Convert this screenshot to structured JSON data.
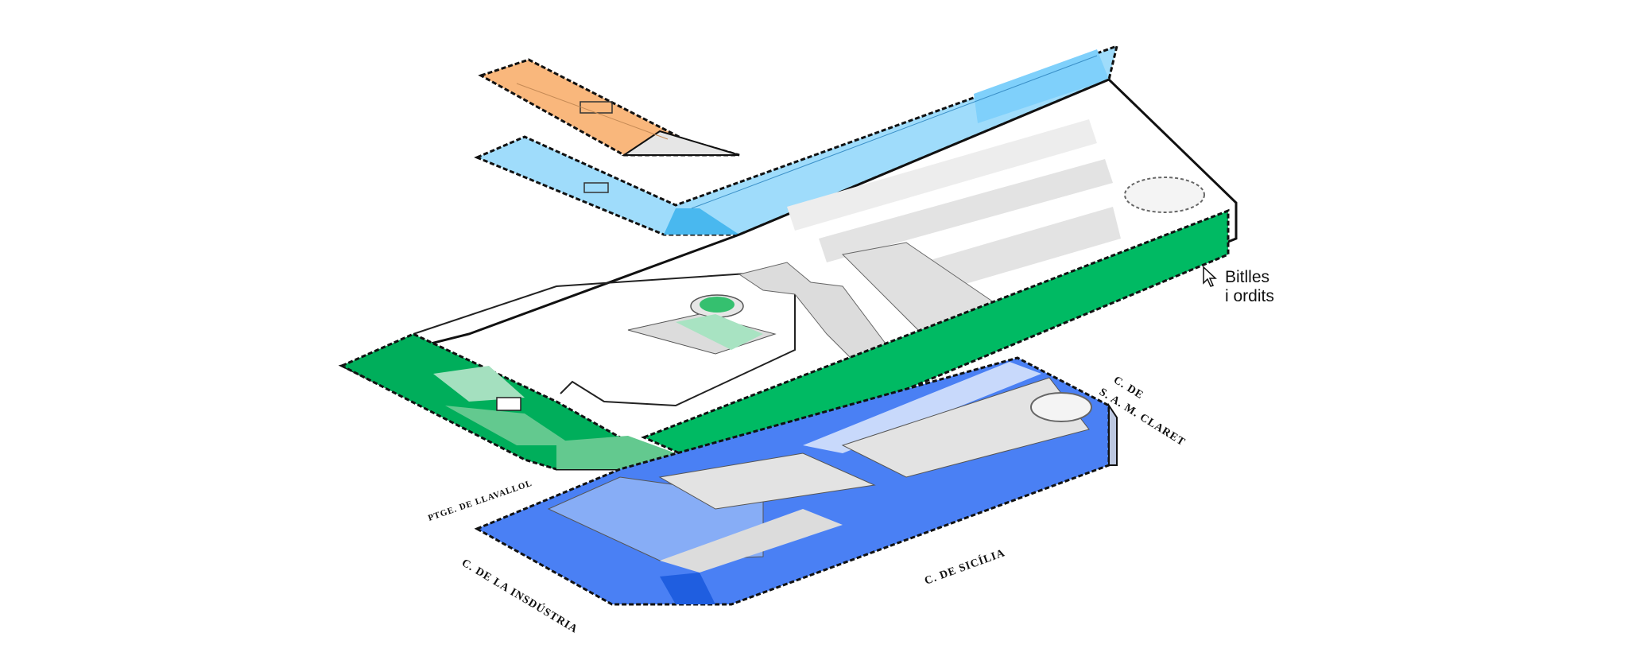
{
  "hover_tooltip": {
    "line1": "Bitlles",
    "line2": "i ordits"
  },
  "streets": {
    "claret_line1": "C. DE",
    "claret_line2": "S. A. M. CLARET",
    "llavallol": "PTGE. DE LLAVALLOL",
    "industria": "C. DE LA INSDÚSTRIA",
    "sicilia": "C. DE SICÍLIA"
  },
  "floor_colors": {
    "top_orange": "#f9b77c",
    "upper_blue": "#9fdcfb",
    "upper_blue_dark": "#49b8ef",
    "green_highlight": "#00ba63",
    "green_light": "#63c98f",
    "ground_blue": "#4a80f4",
    "ground_blue_light": "#87adf6",
    "ground_blue_pale": "#c8d9fb",
    "gray_fill": "#e3e3e3"
  },
  "icons": {
    "cursor": "arrow-cursor-icon"
  }
}
